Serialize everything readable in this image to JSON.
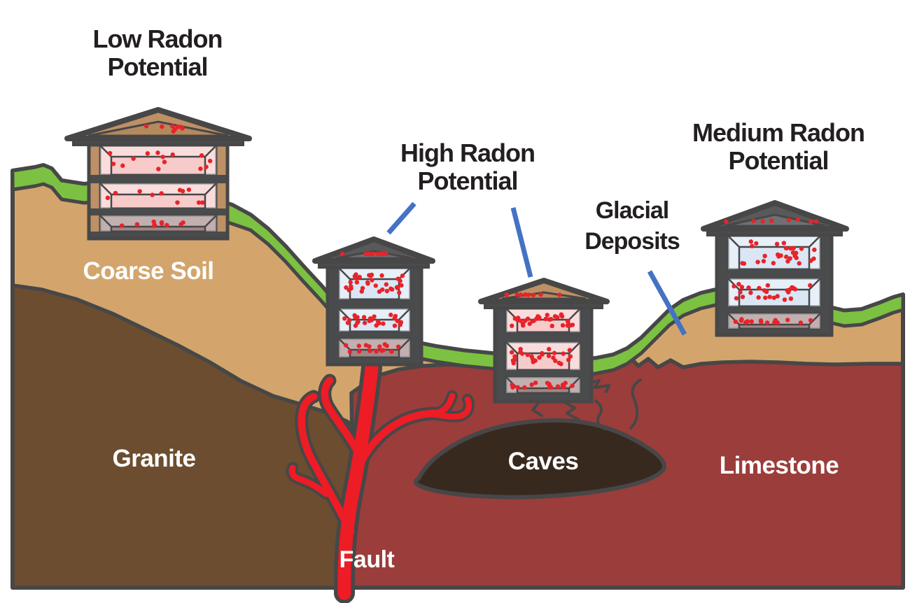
{
  "palette": {
    "outline": "#474747",
    "sky_white": "#FFFFFF",
    "grass_green": "#7CC142",
    "coarse_soil_tan": "#D3A56C",
    "granite_brown": "#6C4D2F",
    "limestone_red": "#9B3D3B",
    "caves_dark_brown": "#38291F",
    "fault_red": "#EE1C25",
    "leader_blue": "#4472C4",
    "label_black": "#231F20",
    "label_white": "#FFFFFF",
    "radon_dot_red": "#E8232A",
    "house_frame_gray": "#4A4B4D",
    "house_wood_tan": "#BE9065",
    "house_roof_gray": "#59595B",
    "roof_gray_inner": "#6F7073",
    "roof_wood_inner": "#B4895E",
    "floor_pink": "#F6CBCA",
    "floor_blue": "#DAE6F4",
    "basement_mauve": "#A28585"
  },
  "annotations": {
    "low_radon": {
      "line1": "Low Radon",
      "line2": "Potential"
    },
    "high_radon": {
      "line1": "High Radon",
      "line2": "Potential"
    },
    "medium_radon": {
      "line1": "Medium Radon",
      "line2": "Potential"
    },
    "glacial_deposits": {
      "line1": "Glacial",
      "line2": "Deposits"
    }
  },
  "region_labels": {
    "coarse_soil": "Coarse Soil",
    "granite": "Granite",
    "caves": "Caves",
    "limestone": "Limestone",
    "fault": "Fault"
  },
  "houses": [
    {
      "id": "low-radon-house",
      "radon_potential": "low",
      "roof": "wood",
      "wall": "wood",
      "floor": "pink",
      "dots": {
        "gable": 8,
        "floor1": 14,
        "floor2": 11,
        "basement": 10
      }
    },
    {
      "id": "high-radon-house-fault",
      "radon_potential": "high",
      "roof": "gray",
      "wall": "frame",
      "floor": "blue",
      "dots": {
        "gable": 10,
        "floor1": 34,
        "floor2": 27,
        "basement": 17
      }
    },
    {
      "id": "high-radon-house-caves",
      "radon_potential": "high",
      "roof": "wood",
      "wall": "frame",
      "floor": "pink",
      "dots": {
        "gable": 9,
        "floor1": 31,
        "floor2": 27,
        "basement": 18
      }
    },
    {
      "id": "medium-radon-house",
      "radon_potential": "medium",
      "roof": "gray",
      "wall": "frame",
      "floor": "blue",
      "dots": {
        "gable": 8,
        "floor1": 30,
        "floor2": 26,
        "basement": 15
      }
    }
  ]
}
